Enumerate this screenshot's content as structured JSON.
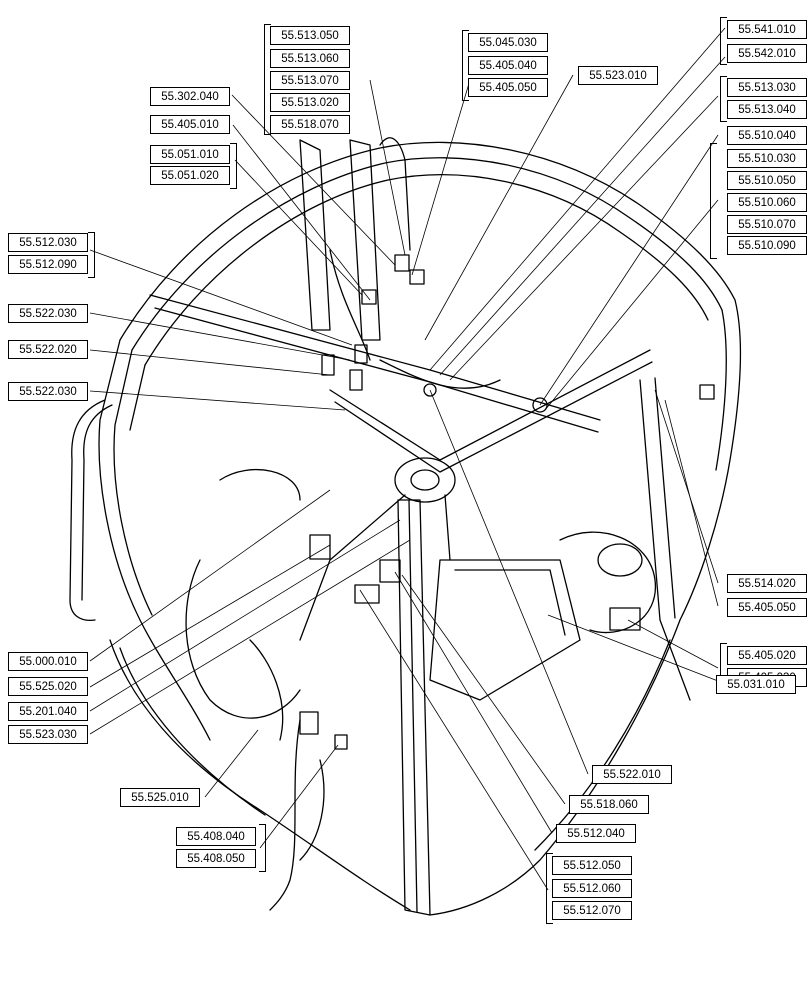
{
  "labels": [
    "55.513.050",
    "55.513.060",
    "55.513.070",
    "55.513.020",
    "55.518.070",
    "55.045.030",
    "55.405.040",
    "55.405.050",
    "55.302.040",
    "55.405.010",
    "55.051.010",
    "55.051.020",
    "55.523.010",
    "55.541.010",
    "55.542.010",
    "55.513.030",
    "55.513.040",
    "55.510.040",
    "55.510.030",
    "55.510.050",
    "55.510.060",
    "55.510.070",
    "55.510.090",
    "55.512.030",
    "55.512.090",
    "55.522.030",
    "55.522.020",
    "55.522.030",
    "55.514.020",
    "55.405.050",
    "55.405.020",
    "55.405.030",
    "55.031.010",
    "55.000.010",
    "55.525.020",
    "55.201.040",
    "55.523.030",
    "55.525.010",
    "55.408.040",
    "55.408.050",
    "55.522.010",
    "55.518.060",
    "55.512.040",
    "55.512.050",
    "55.512.060",
    "55.512.070"
  ]
}
